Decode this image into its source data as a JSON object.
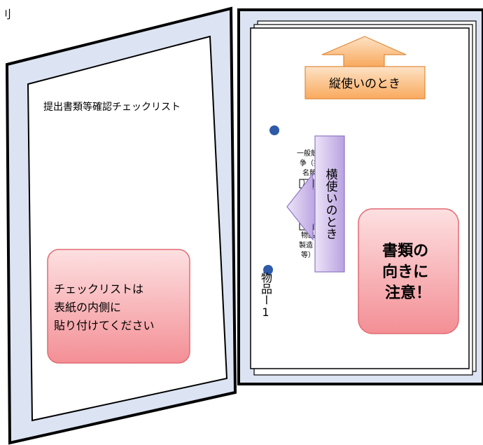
{
  "corner_label": "刂",
  "left_cover": {
    "checklist_title": "提出書類等確認チェックリスト",
    "note_lines": [
      "チェックリストは",
      "表紙の内側に",
      "貼り付けてください"
    ]
  },
  "right_side": {
    "portrait_label": "縦使いのとき",
    "landscape_label": "横使いのとき",
    "warning_lines": [
      "書類の",
      "向きに",
      "注意！"
    ],
    "doc_vertical_text": "物品ー1",
    "small_doc_text_top": [
      "一般競",
      "争（指",
      "名競",
      "）"
    ],
    "small_doc_text_bottom": [
      "物品",
      "製造",
      "等）"
    ]
  },
  "colors": {
    "cover_fill": "#dce3f2",
    "cover_edge": "#000000",
    "arrow_orange": "#fbb46e",
    "arrow_purple": "#c7b4e6",
    "note_pink": "#f6a0a4",
    "punch_hole": "#2e5aa8"
  }
}
